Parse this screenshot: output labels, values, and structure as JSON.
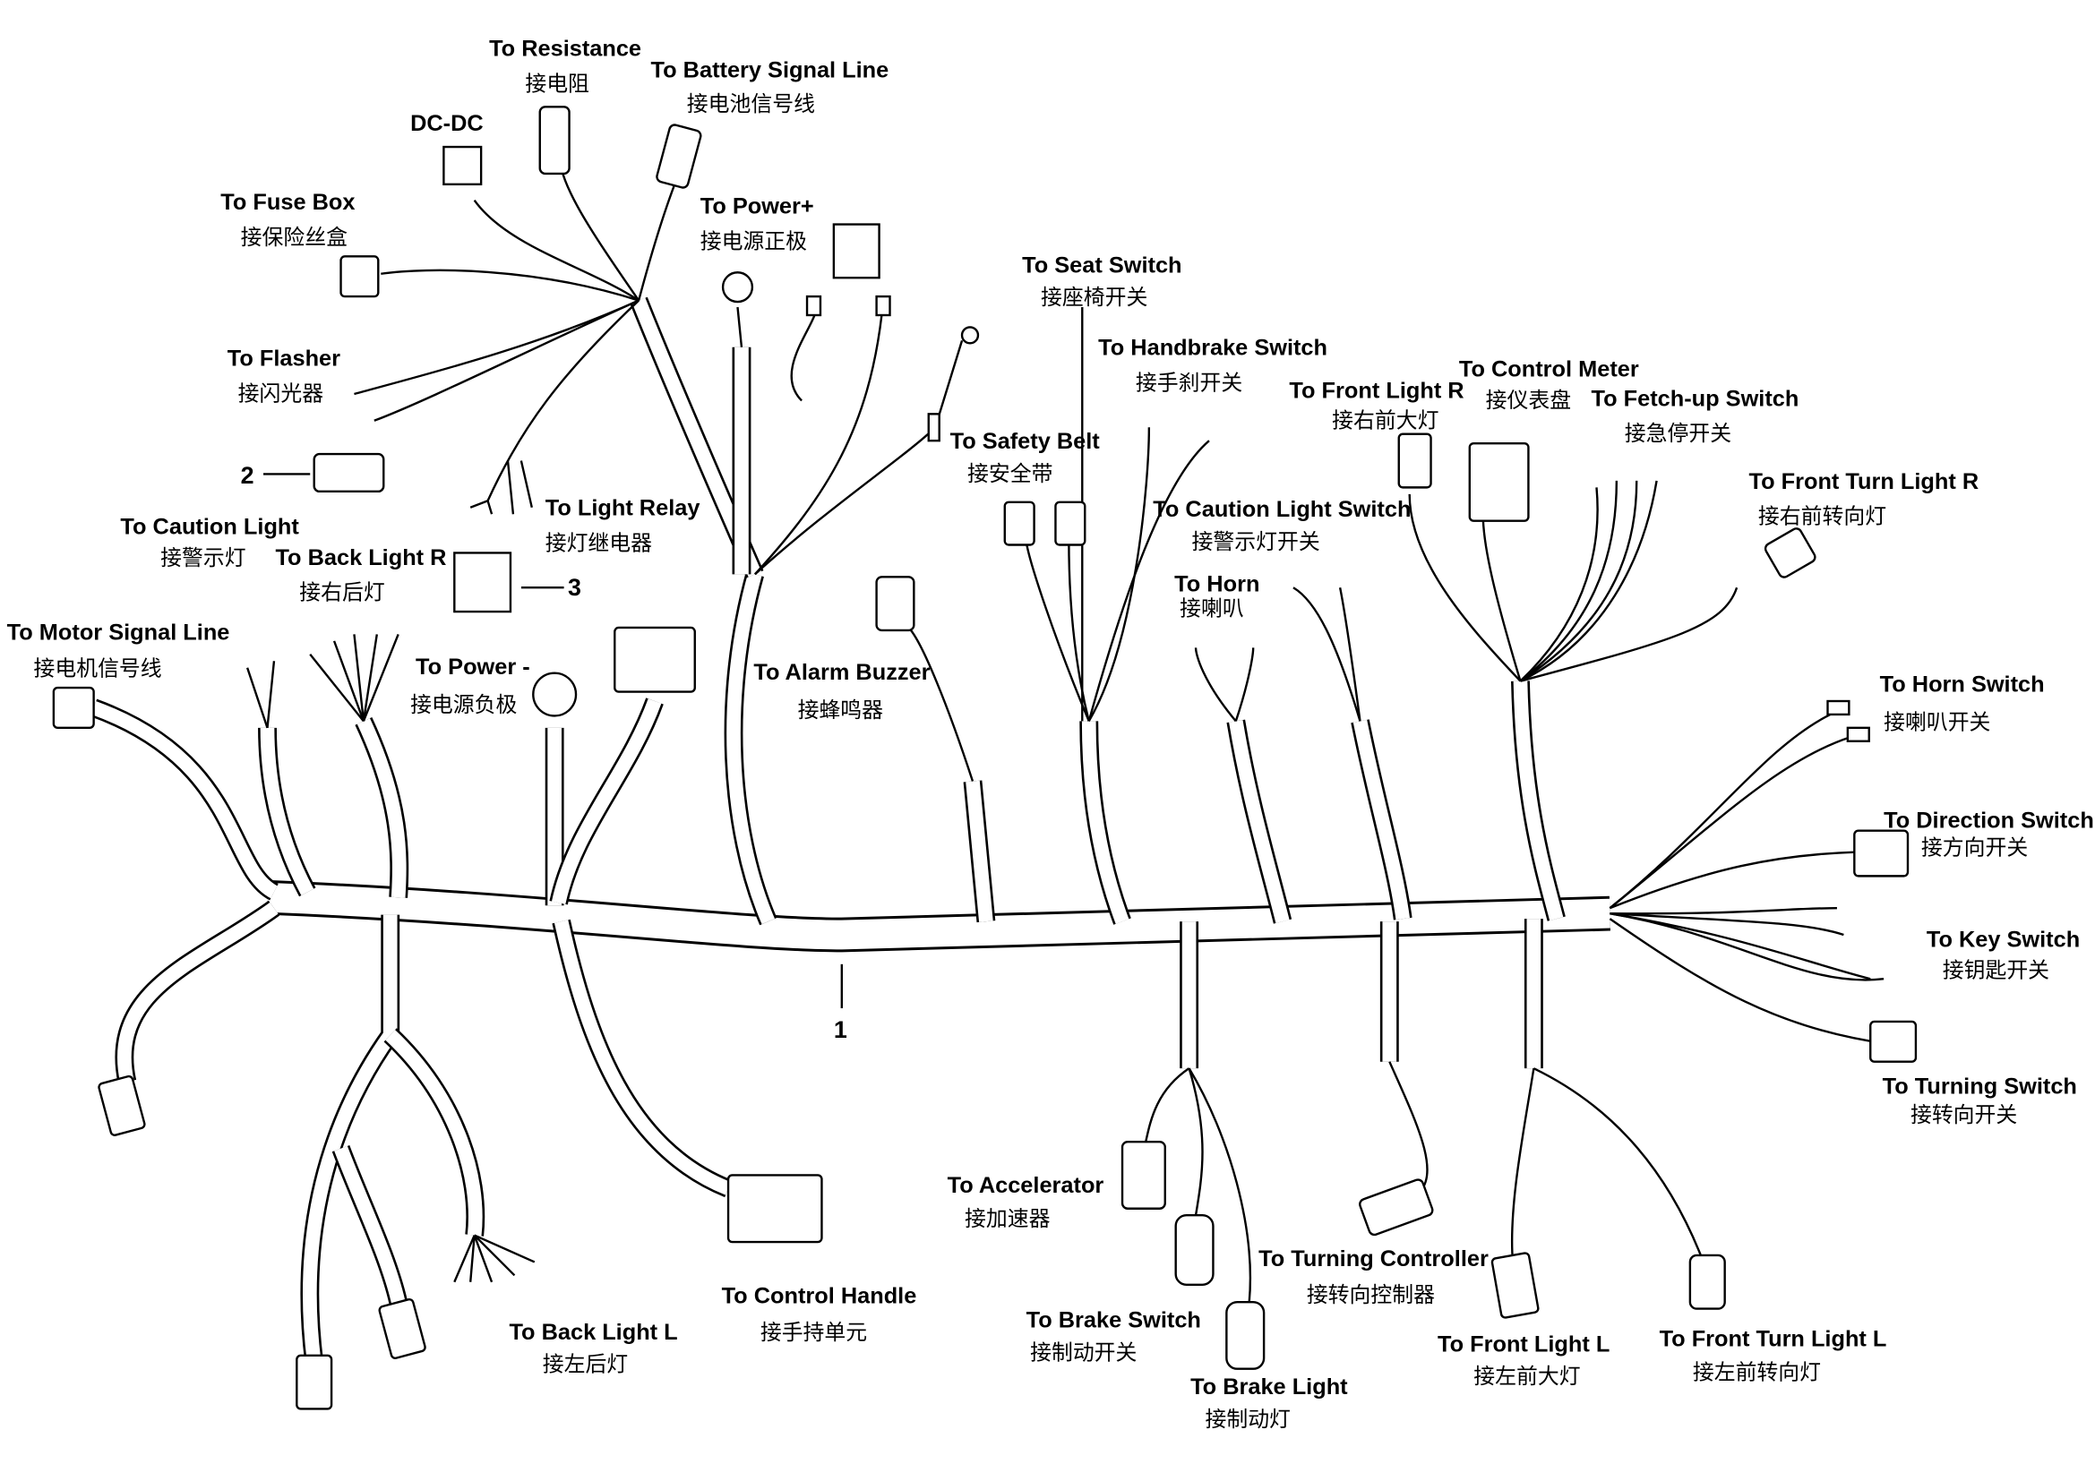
{
  "labels": {
    "resistance": {
      "en": "To Resistance",
      "zh": "接电阻"
    },
    "battery_signal": {
      "en": "To Battery Signal Line",
      "zh": "接电池信号线"
    },
    "dcdc": {
      "en": "DC-DC"
    },
    "fuse_box": {
      "en": "To  Fuse Box",
      "zh": "接保险丝盒"
    },
    "power_plus": {
      "en": "To Power+",
      "zh": "接电源正极"
    },
    "seat_switch": {
      "en": "To Seat Switch",
      "zh": "接座椅开关"
    },
    "handbrake_switch": {
      "en": "To Handbrake Switch",
      "zh": "接手刹开关"
    },
    "flasher": {
      "en": "To Flasher",
      "zh": "接闪光器"
    },
    "control_meter": {
      "en": "To Control Meter",
      "zh": "接仪表盘"
    },
    "front_light_r": {
      "en": "To Front Light R",
      "zh": "接右前大灯"
    },
    "fetch_up_switch": {
      "en": "To Fetch-up Switch",
      "zh": "接急停开关"
    },
    "safety_belt": {
      "en": "To  Safety Belt",
      "zh": "接安全带"
    },
    "front_turn_light_r": {
      "en": "To Front Turn Light R",
      "zh": "接右前转向灯"
    },
    "light_relay": {
      "en": "To Light Relay",
      "zh": "接灯继电器"
    },
    "caution_light_switch": {
      "en": "To Caution Light Switch",
      "zh": "接警示灯开关"
    },
    "caution_light": {
      "en": "To Caution Light",
      "zh": "接警示灯"
    },
    "back_light_r": {
      "en": "To Back Light R",
      "zh": "接右后灯"
    },
    "horn": {
      "en": "To Horn",
      "zh": "接喇叭"
    },
    "motor_signal": {
      "en": "To Motor Signal Line",
      "zh": "接电机信号线"
    },
    "power_minus": {
      "en": "To Power -",
      "zh": "接电源负极"
    },
    "alarm_buzzer": {
      "en": "To Alarm Buzzer",
      "zh": "接蜂鸣器"
    },
    "horn_switch": {
      "en": "To Horn Switch",
      "zh": "接喇叭开关"
    },
    "direction_switch": {
      "en": "To Direction Switch",
      "zh": "接方向开关"
    },
    "key_switch": {
      "en": "To Key Switch",
      "zh": "接钥匙开关"
    },
    "turning_switch": {
      "en": "To Turning Switch",
      "zh": "接转向开关"
    },
    "accelerator": {
      "en": "To Accelerator",
      "zh": "接加速器"
    },
    "turning_controller": {
      "en": "To Turning Controller",
      "zh": "接转向控制器"
    },
    "control_handle": {
      "en": "To Control Handle",
      "zh": "接手持单元"
    },
    "brake_switch": {
      "en": "To Brake Switch",
      "zh": "接制动开关"
    },
    "back_light_l": {
      "en": "To Back Light L",
      "zh": "接左后灯"
    },
    "front_light_l": {
      "en": "To Front Light L",
      "zh": "接左前大灯"
    },
    "front_turn_light_l": {
      "en": "To Front Turn Light L",
      "zh": "接左前转向灯"
    },
    "brake_light": {
      "en": "To Brake Light",
      "zh": "接制动灯"
    }
  },
  "callouts": {
    "one": "1",
    "two": "2",
    "three": "3"
  }
}
